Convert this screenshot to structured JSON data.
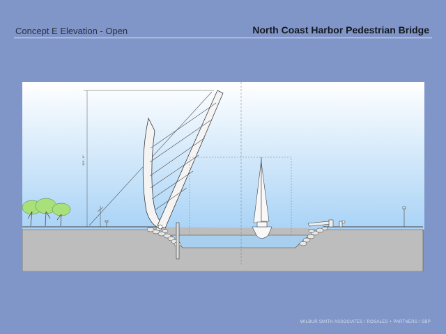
{
  "header": {
    "left_title": "Concept E Elevation - Open",
    "right_title": "North Coast Harbor Pedestrian Bridge"
  },
  "drawing": {
    "dimension_label": "129' - 6\"",
    "colors": {
      "sky_top": "#ffffff",
      "sky_bottom": "#a9d3f6",
      "ground": "#bdbdbd",
      "water": "#a8d0ee",
      "tree": "#a8e07a",
      "bridge_fill": "#f4f4f4",
      "outline": "#3a3a3a"
    }
  },
  "footer": {
    "credits": "WILBUR SMITH ASSOCIATES / ROSALES + PARTNERS / SBP"
  }
}
